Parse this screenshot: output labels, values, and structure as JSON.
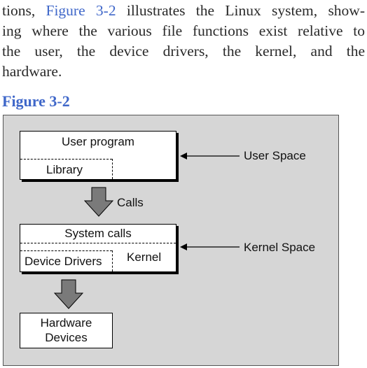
{
  "paragraph": {
    "line1_a": "tions, ",
    "line1_ref": "Figure 3-2",
    "line1_b": " illustrates the Linux system, show-",
    "line2": "ing where the various file functions exist relative to",
    "line3": "the user, the device drivers, the kernel, and the",
    "line4": "hardware."
  },
  "figure_label": "Figure 3-2",
  "diagram": {
    "user_program": "User program",
    "library": "Library",
    "calls": "Calls",
    "system_calls": "System calls",
    "device_drivers": "Device Drivers",
    "kernel": "Kernel",
    "hardware_line1": "Hardware",
    "hardware_line2": "Devices",
    "user_space": "User Space",
    "kernel_space": "Kernel Space"
  },
  "colors": {
    "link": "#3f67c9",
    "figure_bg": "#d6d6d6",
    "arrow_fill": "#7a7a7a"
  }
}
